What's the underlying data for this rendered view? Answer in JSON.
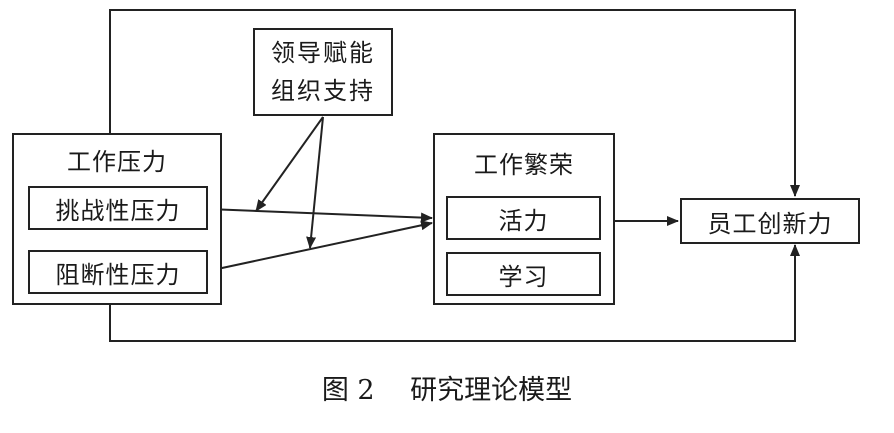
{
  "diagram": {
    "moderator_box": {
      "line1": "领导赋能",
      "line2": "组织支持"
    },
    "pressure_group": {
      "title": "工作压力",
      "challenge": "挑战性压力",
      "hindrance": "阻断性压力"
    },
    "thriving_group": {
      "title": "工作繁荣",
      "vitality": "活力",
      "learning": "学习"
    },
    "outcome": "员工创新力",
    "caption": "图 2　 研究理论模型"
  }
}
